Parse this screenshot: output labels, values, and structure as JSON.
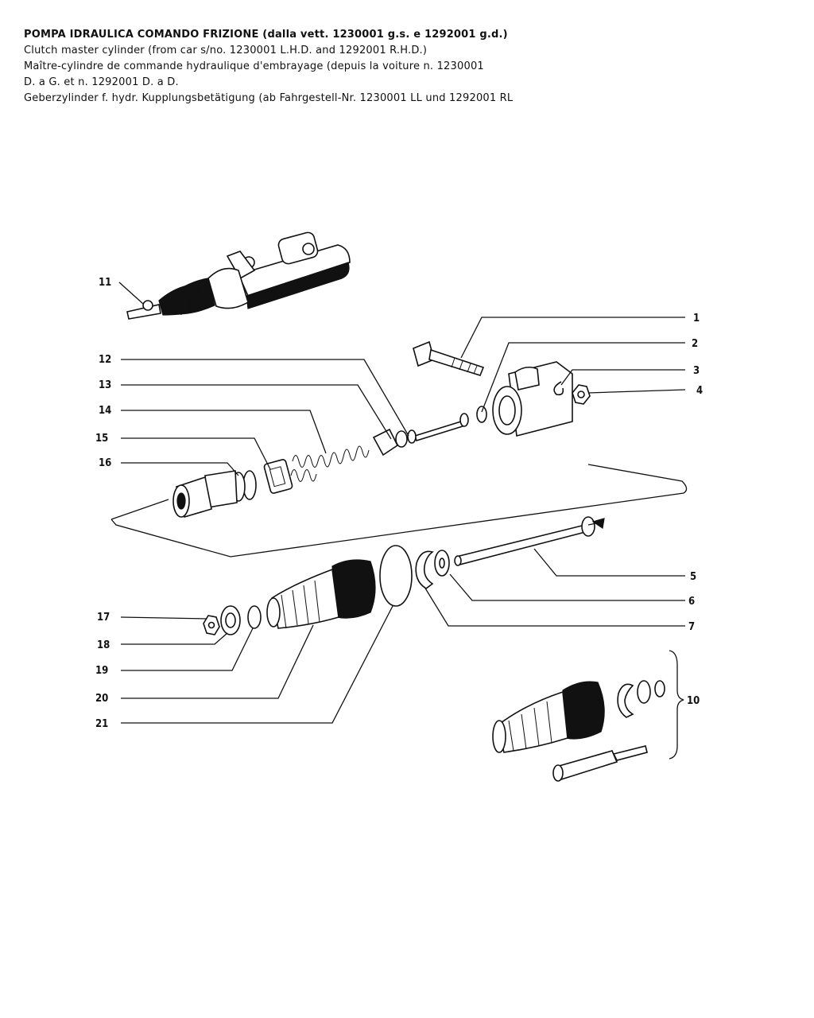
{
  "header": {
    "lines": [
      "POMPA IDRAULICA COMANDO FRIZIONE (dalla vett. 1230001 g.s. e 1292001 g.d.)",
      "Clutch master cylinder (from car s/no. 1230001 L.H.D. and 1292001 R.H.D.)",
      "Maître-cylindre de commande hydraulique d'embrayage (depuis la voiture n. 1230001",
      "D. a G. et n. 1292001 D. a D.",
      "Geberzylinder f. hydr. Kupplungsbetätigung (ab Fahrgestell-Nr. 1230001 LL und 1292001 RL"
    ]
  },
  "labels": {
    "n1": "1",
    "n2": "2",
    "n3": "3",
    "n4": "4",
    "n5": "5",
    "n6": "6",
    "n7": "7",
    "n10": "10",
    "n11": "11",
    "n12": "12",
    "n13": "13",
    "n14": "14",
    "n15": "15",
    "n16": "16",
    "n17": "17",
    "n18": "18",
    "n19": "19",
    "n20": "20",
    "n21": "21"
  }
}
